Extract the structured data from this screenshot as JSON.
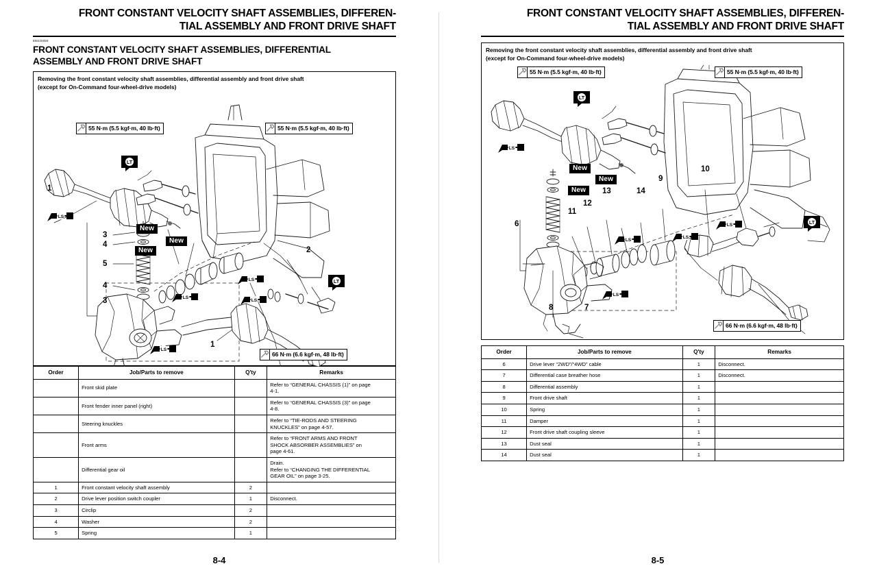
{
  "pages": [
    {
      "running_head": {
        "line1": "FRONT CONSTANT VELOCITY SHAFT ASSEMBLIES, DIFFEREN-",
        "line2": "TIAL ASSEMBLY AND FRONT DRIVE SHAFT"
      },
      "doc_code": "EBS20059",
      "section_title": {
        "line1": "FRONT CONSTANT VELOCITY SHAFT ASSEMBLIES, DIFFERENTIAL",
        "line2": "ASSEMBLY AND FRONT DRIVE SHAFT"
      },
      "figure": {
        "caption_line1": "Removing the front constant velocity shaft assemblies, differential assembly and front drive shaft",
        "caption_line2": "(except for On-Command four-wheel-drive models)",
        "torque_callouts": [
          {
            "text": "55 N·m (5.5 kgf·m, 40 lb·ft)"
          },
          {
            "text": "55 N·m (5.5 kgf·m, 40 lb·ft)"
          },
          {
            "text": "66 N·m (6.6 kgf·m, 48 lb·ft)"
          }
        ],
        "new_tags": [
          "New",
          "New",
          "New"
        ],
        "callout_numbers": [
          "1",
          "3",
          "4",
          "5",
          "4",
          "3",
          "2",
          "1"
        ],
        "lube_badges": [
          "LS",
          "LT",
          "LS",
          "LS",
          "LS",
          "LS",
          "LT"
        ]
      },
      "table": {
        "headers": [
          "Order",
          "Job/Parts to remove",
          "Q'ty",
          "Remarks"
        ],
        "rows": [
          {
            "order": "",
            "job": "Front skid plate",
            "qty": "",
            "remarks": [
              "Refer to “GENERAL CHASSIS (1)” on page",
              "4-1."
            ]
          },
          {
            "order": "",
            "job": "Front fender inner panel (right)",
            "qty": "",
            "remarks": [
              "Refer to “GENERAL CHASSIS (3)” on page",
              "4-8."
            ]
          },
          {
            "order": "",
            "job": "Steering knuckles",
            "qty": "",
            "remarks": [
              "Refer to “TIE-RODS AND STEERING",
              "KNUCKLES” on page 4-57."
            ]
          },
          {
            "order": "",
            "job": "Front arms",
            "qty": "",
            "remarks": [
              "Refer to “FRONT ARMS AND FRONT",
              "SHOCK ABSORBER ASSEMBLIES” on",
              "page 4-61."
            ]
          },
          {
            "order": "",
            "job": "Differential gear oil",
            "qty": "",
            "remarks": [
              "Drain.",
              "Refer to “CHANGING THE DIFFERENTIAL",
              "GEAR OIL” on page 3-25."
            ]
          },
          {
            "order": "1",
            "job": "Front constant velocity shaft assembly",
            "qty": "2",
            "remarks": []
          },
          {
            "order": "2",
            "job": "Drive lever position switch coupler",
            "qty": "1",
            "remarks": [
              "Disconnect."
            ]
          },
          {
            "order": "3",
            "job": "Circlip",
            "qty": "2",
            "remarks": []
          },
          {
            "order": "4",
            "job": "Washer",
            "qty": "2",
            "remarks": []
          },
          {
            "order": "5",
            "job": "Spring",
            "qty": "1",
            "remarks": []
          }
        ]
      },
      "folio": "8-4"
    },
    {
      "running_head": {
        "line1": "FRONT CONSTANT VELOCITY SHAFT ASSEMBLIES, DIFFEREN-",
        "line2": "TIAL ASSEMBLY AND FRONT DRIVE SHAFT"
      },
      "figure": {
        "caption_line1": "Removing the front constant velocity shaft assemblies, differential assembly and front drive shaft",
        "caption_line2": "(except for On-Command four-wheel-drive models)",
        "torque_callouts": [
          {
            "text": "55 N·m (5.5 kgf·m, 40 lb·ft)"
          },
          {
            "text": "55 N·m (5.5 kgf·m, 40 lb·ft)"
          },
          {
            "text": "66 N·m (6.6 kgf·m, 48 lb·ft)"
          }
        ],
        "new_tags": [
          "New",
          "New",
          "New"
        ],
        "callout_numbers": [
          "6",
          "7",
          "8",
          "9",
          "10",
          "11",
          "12",
          "13",
          "14"
        ],
        "lube_badges": [
          "LT",
          "LS",
          "LS",
          "LS",
          "LS",
          "LS",
          "LT"
        ]
      },
      "table": {
        "headers": [
          "Order",
          "Job/Parts to remove",
          "Q'ty",
          "Remarks"
        ],
        "rows": [
          {
            "order": "6",
            "job": "Drive lever “2WD”/“4WD” cable",
            "qty": "1",
            "remarks": [
              "Disconnect."
            ]
          },
          {
            "order": "7",
            "job": "Differential case breather hose",
            "qty": "1",
            "remarks": [
              "Disconnect."
            ]
          },
          {
            "order": "8",
            "job": "Differential assembly",
            "qty": "1",
            "remarks": []
          },
          {
            "order": "9",
            "job": "Front drive shaft",
            "qty": "1",
            "remarks": []
          },
          {
            "order": "10",
            "job": "Spring",
            "qty": "1",
            "remarks": []
          },
          {
            "order": "11",
            "job": "Damper",
            "qty": "1",
            "remarks": []
          },
          {
            "order": "12",
            "job": "Front drive shaft coupling sleeve",
            "qty": "1",
            "remarks": []
          },
          {
            "order": "13",
            "job": "Dust seal",
            "qty": "1",
            "remarks": []
          },
          {
            "order": "14",
            "job": "Dust seal",
            "qty": "1",
            "remarks": []
          }
        ]
      },
      "folio": "8-5"
    }
  ]
}
